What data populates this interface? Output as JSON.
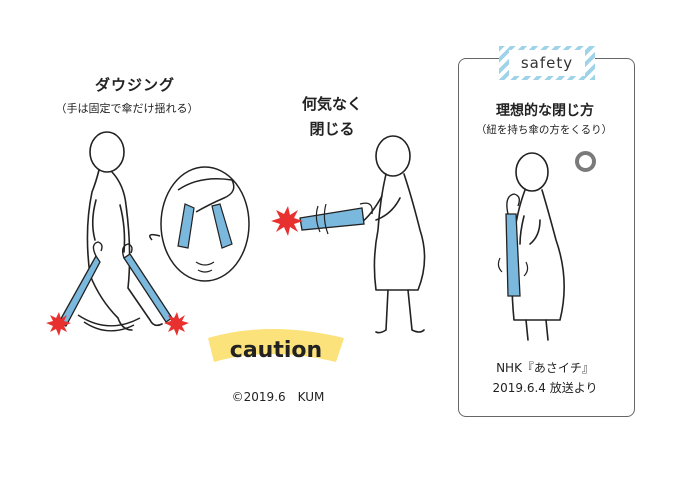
{
  "scene1": {
    "title": "ダウジング",
    "subtitle": "（手は固定で傘だけ揺れる）"
  },
  "scene2": {
    "title_lines": [
      "何気なく",
      "閉じる"
    ]
  },
  "caution": {
    "label": "caution"
  },
  "copyright": "©2019.6　KUM",
  "safety_panel": {
    "tag": "safety",
    "title": "理想的な閉じ方",
    "subtitle": "（紐を持ち傘の方をくるり）",
    "mark": "good-mark-circle",
    "credit_lines": [
      "NHK『あさイチ』",
      "2019.6.4 放送より"
    ]
  },
  "colors": {
    "umbrella_blue": "#7bb8de",
    "danger_red": "#e8312f",
    "caution_yellow": "#fbe27a",
    "safety_stripe": "#9fd3e8",
    "line": "#222222"
  }
}
